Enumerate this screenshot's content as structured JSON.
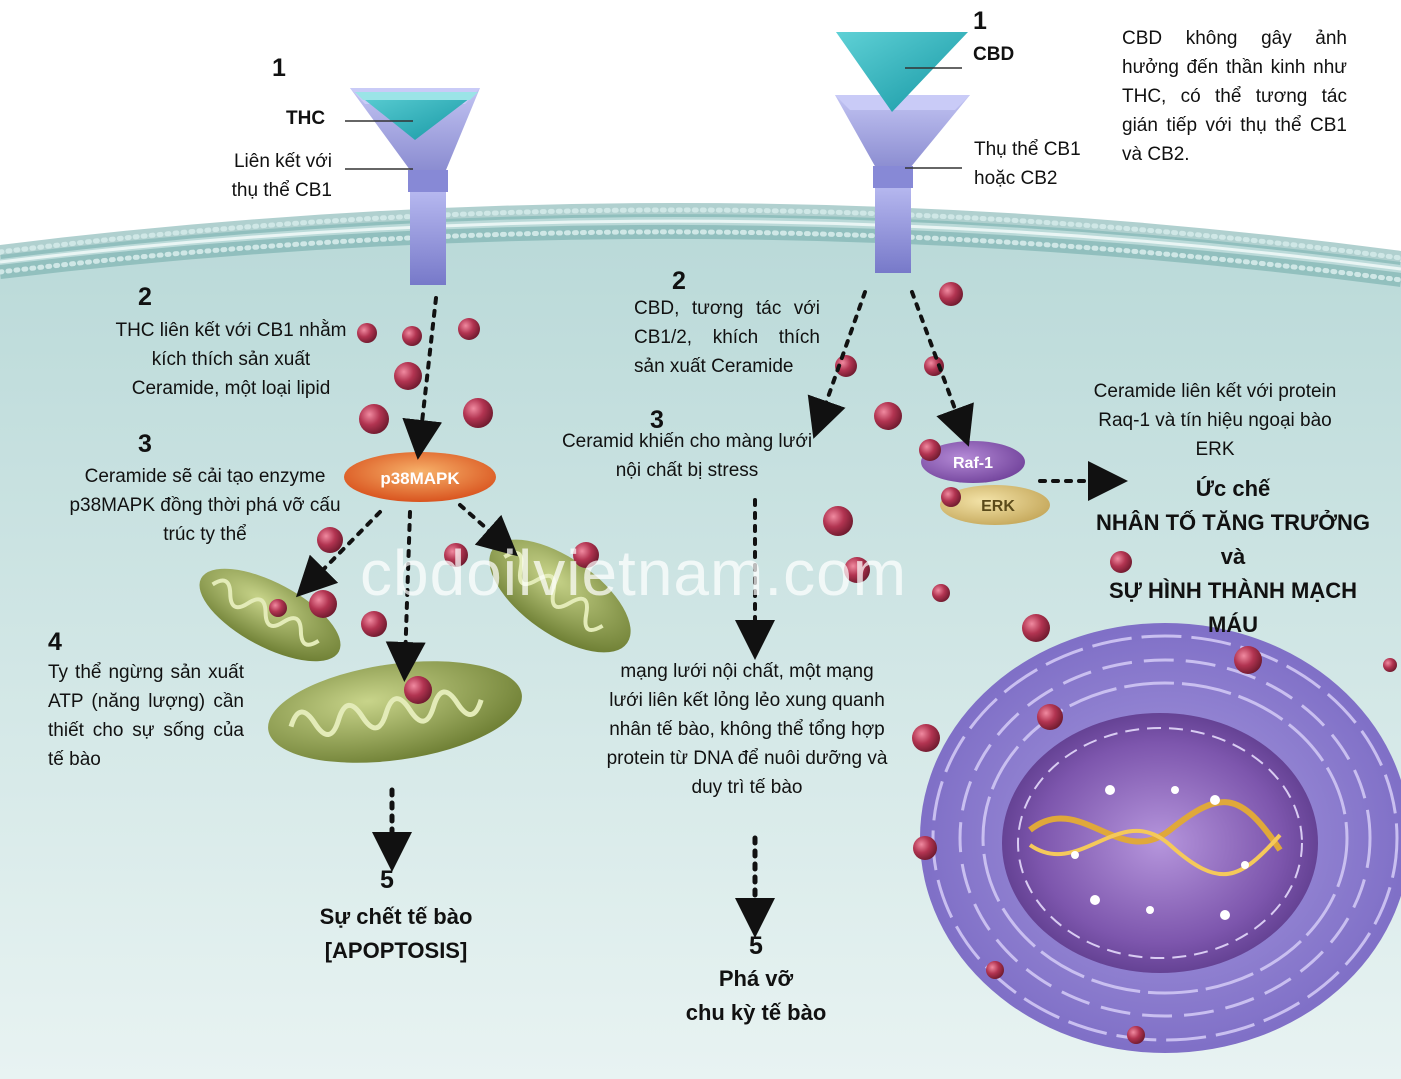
{
  "colors": {
    "cytoplasm": "#cfe5e4",
    "membrane": "#7fb7b6",
    "receptor": "#8e8fd9",
    "ligand": "#2bb3bd",
    "ceramide": "#b23451",
    "mitochondria": "#9dae5a",
    "nucleus": "#8a66b5",
    "p38mapk": "#e8772e",
    "raf1": "#8a5ab0",
    "erk": "#d8c07a"
  },
  "left": {
    "step1_num": "1",
    "thc_label": "THC",
    "bind_line1": "Liên kết với",
    "bind_line2": "thụ thể CB1",
    "step2_num": "2",
    "step2_text": "THC liên kết với CB1 nhằm kích thích sản xuất Ceramide, một loại lipid",
    "step3_num": "3",
    "step3_text": "Ceramide sẽ cải tạo enzyme p38MAPK đồng thời phá vỡ cấu trúc ty thể",
    "enzyme_label": "p38MAPK",
    "step4_num": "4",
    "step4_text": "Ty thể ngừng sản xuất ATP (năng lượng) cần thiết cho sự sống của tế bào",
    "step5_num": "5",
    "result_line1": "Sự chết tế bào",
    "result_line2": "[APOPTOSIS]"
  },
  "middle": {
    "step1_num": "1",
    "cbd_label": "CBD",
    "receptor_line1": "Thụ thể CB1",
    "receptor_line2": "hoặc CB2",
    "step2_num": "2",
    "step2_text": "CBD, tương tác với CB1/2, khích thích sản xuất Ceramide",
    "step3_num": "3",
    "step3_text": "Ceramid khiến cho màng lưới nội chất bị stress",
    "er_text": "mạng lưới nội chất, một mạng lưới liên kết lỏng lẻo xung quanh nhân tế bào, không thể tổng hợp protein từ DNA để nuôi dưỡng và duy trì tế bào",
    "step5_num": "5",
    "result_line1": "Phá vỡ",
    "result_line2": "chu kỳ tế bào"
  },
  "right": {
    "note": "CBD không gây ảnh hưởng đến thần kinh như THC, có thể tương tác gián tiếp với thụ thể CB1 và CB2.",
    "ceramide_text": "Ceramide liên kết với protein Raq-1 và tín hiệu ngoại bào ERK",
    "raf_label": "Raf-1",
    "erk_label": "ERK",
    "inhibit_line1": "Ức chế",
    "inhibit_line2": "NHÂN TỐ TĂNG TRƯỞNG",
    "inhibit_line3": "và",
    "inhibit_line4": "SỰ HÌNH THÀNH MẠCH",
    "inhibit_line5": "MÁU"
  },
  "watermark": "cbdoilvietnam.com"
}
